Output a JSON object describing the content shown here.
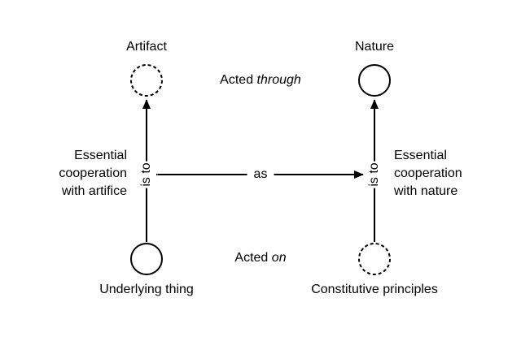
{
  "nodes": {
    "artifact": "Artifact",
    "nature": "Nature",
    "underlying_thing": "Underlying thing",
    "constitutive_principles": "Constitutive principles"
  },
  "relations": {
    "acted_through_prefix": "Acted",
    "acted_through_emph": "through",
    "acted_on_prefix": "Acted",
    "acted_on_emph": "on",
    "is_to_left": "is to",
    "is_to_right": "is to",
    "as": "as"
  },
  "side_labels": {
    "left": [
      "Essential",
      "cooperation",
      "with artifice"
    ],
    "right": [
      "Essential",
      "cooperation",
      "with nature"
    ]
  }
}
